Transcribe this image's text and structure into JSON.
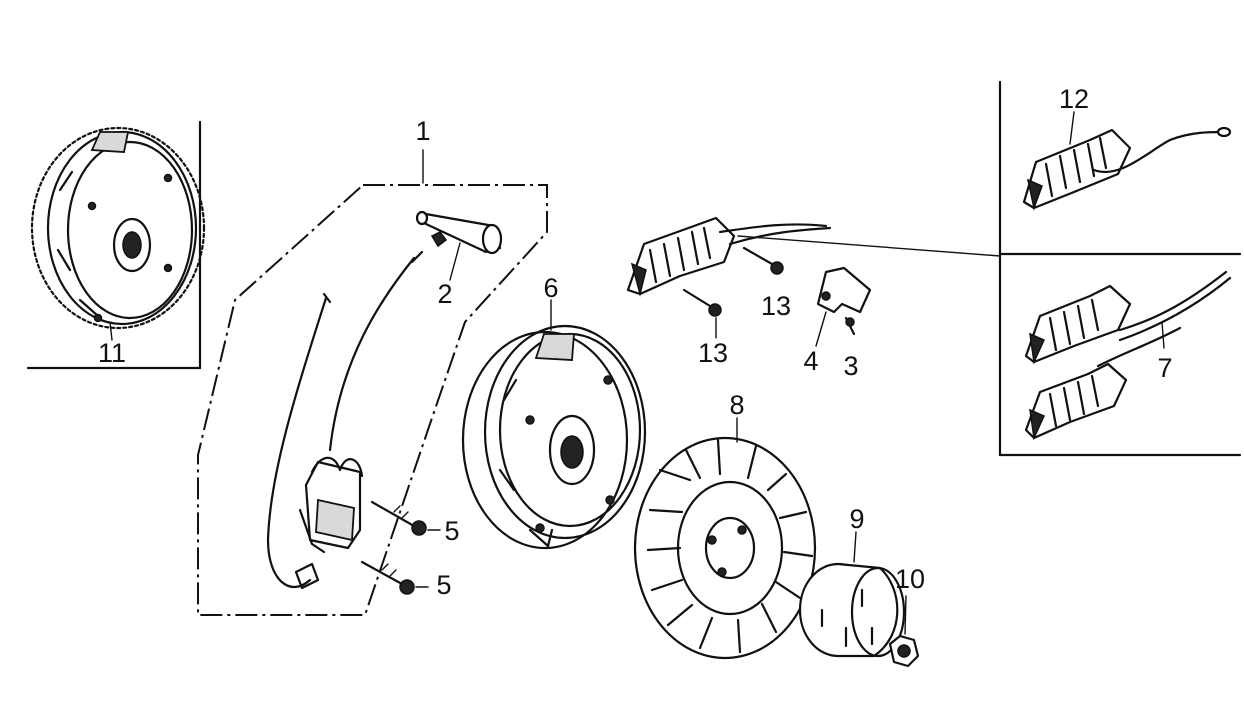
{
  "callouts": {
    "c1": "1",
    "c2": "2",
    "c3": "3",
    "c4": "4",
    "c5a": "5",
    "c5b": "5",
    "c6": "6",
    "c7": "7",
    "c8": "8",
    "c9": "9",
    "c10": "10",
    "c11": "11",
    "c12": "12",
    "c13a": "13",
    "c13b": "13"
  }
}
